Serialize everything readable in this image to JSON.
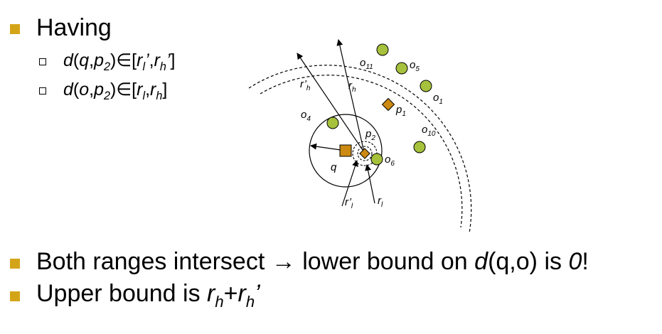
{
  "heading": {
    "label": "Having"
  },
  "conditions": [
    {
      "fn": "d",
      "a": "q",
      "b": "p",
      "b_sub": "2",
      "in_symbol": "∈",
      "lo": "r",
      "lo_sub": "l",
      "lo_prime": "’",
      "hi": "r",
      "hi_sub": "h",
      "hi_prime": "’"
    },
    {
      "fn": "d",
      "a": "o",
      "b": "p",
      "b_sub": "2",
      "in_symbol": "∈",
      "lo": "r",
      "lo_sub": "l",
      "lo_prime": "",
      "hi": "r",
      "hi_sub": "h",
      "hi_prime": ""
    }
  ],
  "diagram": {
    "objects": [
      {
        "label": "o",
        "sub": "11"
      },
      {
        "label": "o",
        "sub": "5"
      },
      {
        "label": "o",
        "sub": "1"
      },
      {
        "label": "o",
        "sub": "10"
      },
      {
        "label": "o",
        "sub": "4"
      },
      {
        "label": "o",
        "sub": "6"
      }
    ],
    "pivots": [
      {
        "label": "p",
        "sub": "1"
      },
      {
        "label": "p",
        "sub": "2"
      }
    ],
    "query": {
      "label": "q"
    },
    "radii": [
      {
        "label": "r",
        "prime": "’",
        "sub": "h"
      },
      {
        "label": "r",
        "prime": "",
        "sub": "h"
      },
      {
        "label": "r",
        "prime": "’",
        "sub": "l"
      },
      {
        "label": "r",
        "prime": "",
        "sub": "l"
      }
    ],
    "colors": {
      "object_fill": "#a6c13c",
      "pivot_fill": "#cc8a12",
      "query_fill": "#cc8a12",
      "stroke": "#000000"
    }
  },
  "conclusions": {
    "line1": {
      "text_a": "Both ranges intersect ",
      "arrow": "→",
      "text_b": " lower bound on ",
      "fn": "d",
      "args": "(q,o)",
      "text_c": " is ",
      "value": "0",
      "end": "!"
    },
    "line2": {
      "text_a": "Upper bound is ",
      "r1": "r",
      "r1_sub": "h",
      "plus": "+",
      "r2": "r",
      "r2_sub": "h",
      "r2_prime": "’"
    }
  }
}
